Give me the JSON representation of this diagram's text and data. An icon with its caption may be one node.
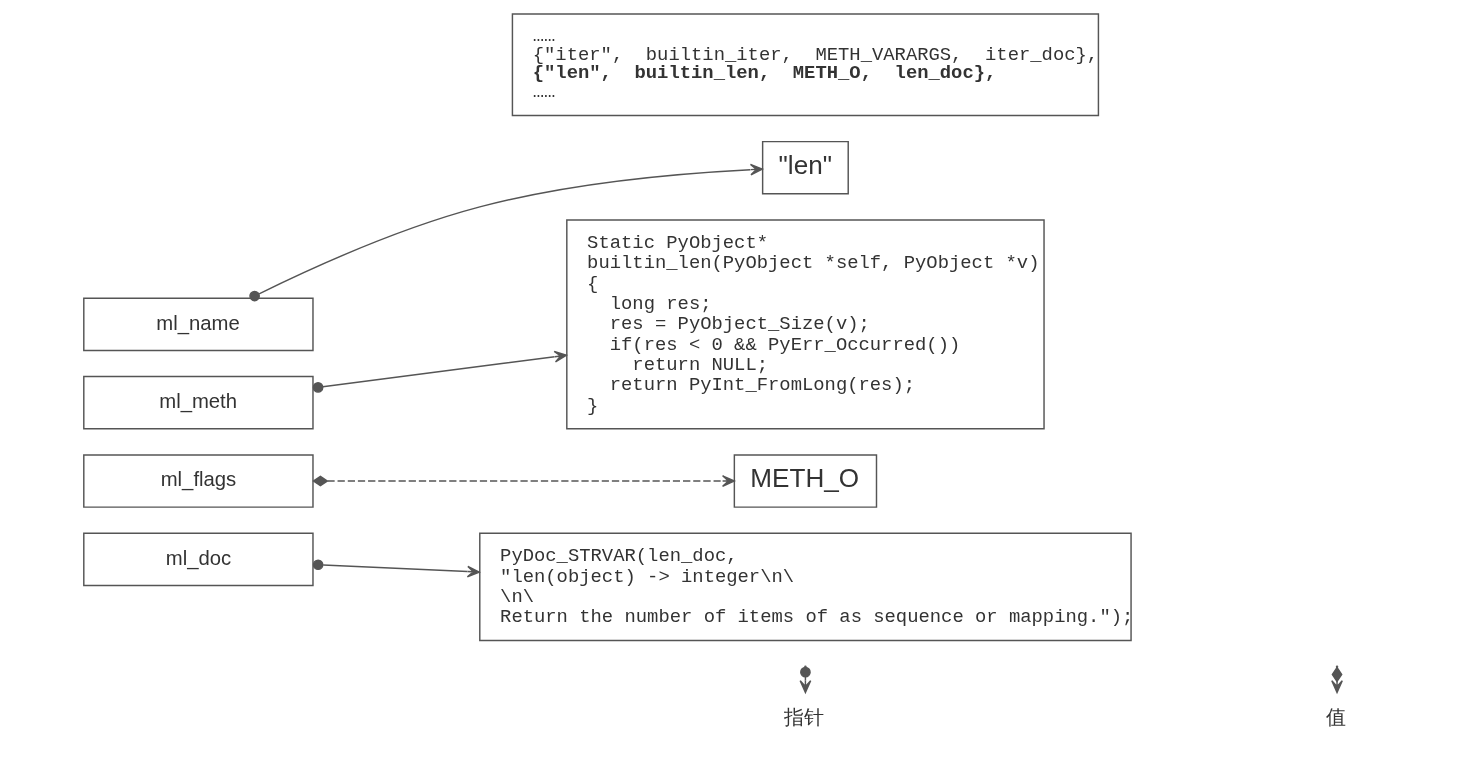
{
  "diagram": {
    "nodes": [
      {
        "text": [
          "……",
          "{\"iter\",  builtin_iter,  METH_VARARGS,  iter_doc},",
          "{\"len\",  builtin_len,  METH_O,  len_doc},",
          "……"
        ]
      },
      {
        "text": [
          "ml_name"
        ]
      },
      {
        "text": [
          "ml_meth"
        ]
      },
      {
        "text": [
          "ml_flags"
        ]
      },
      {
        "text": [
          "ml_doc"
        ]
      },
      {
        "text": [
          "\"len\""
        ]
      },
      {
        "text": [
          "Static PyObject*",
          "builtin_len(PyObject *self, PyObject *v)",
          "{",
          "  long res;",
          "  res = PyObject_Size(v);",
          "  if(res < 0 && PyErr_Occurred())",
          "    return NULL;",
          "  return PyInt_FromLong(res);",
          "}"
        ]
      },
      {
        "text": [
          "METH_O"
        ]
      },
      {
        "text": [
          "PyDoc_STRVAR(len_doc,",
          "\"len(object) -> integer\\n\\",
          "\\n\\",
          "Return the number of items of as sequence or mapping.\");"
        ]
      }
    ],
    "edges": [
      {
        "from": 1,
        "to": 5,
        "arrow": "to"
      },
      {
        "from": 2,
        "to": 6,
        "arrow": "to"
      },
      {
        "from": 3,
        "to": 7,
        "arrow": "to",
        "style": "dashed"
      },
      {
        "from": 4,
        "to": 8,
        "arrow": "to"
      }
    ],
    "legend": [
      {
        "text": "指针"
      },
      {
        "text": "值"
      }
    ]
  }
}
